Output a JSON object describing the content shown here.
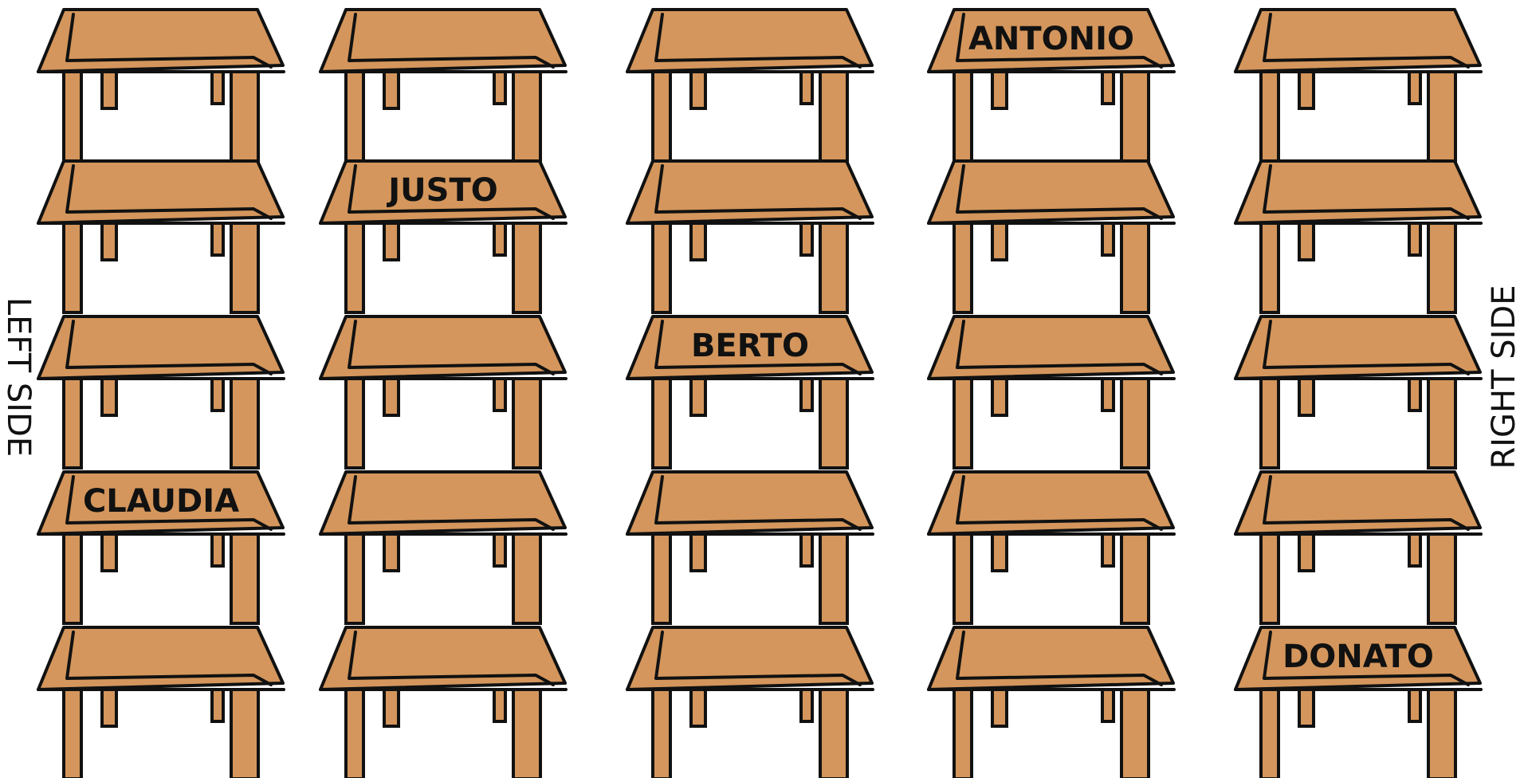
{
  "labels": {
    "left_side": "LEFT SIDE",
    "right_side": "RIGHT SIDE"
  },
  "desk_grid": {
    "columns": 5,
    "rows": 5
  },
  "colors": {
    "desk_wood": "#D4965C",
    "outline": "#111111",
    "background": "#FFFFFF"
  },
  "students": [
    {
      "name": "ANTONIO",
      "column": 4,
      "row": 1
    },
    {
      "name": "JUSTO",
      "column": 2,
      "row": 2
    },
    {
      "name": "BERTO",
      "column": 3,
      "row": 3
    },
    {
      "name": "CLAUDIA",
      "column": 1,
      "row": 4
    },
    {
      "name": "DONATO",
      "column": 5,
      "row": 5
    }
  ]
}
